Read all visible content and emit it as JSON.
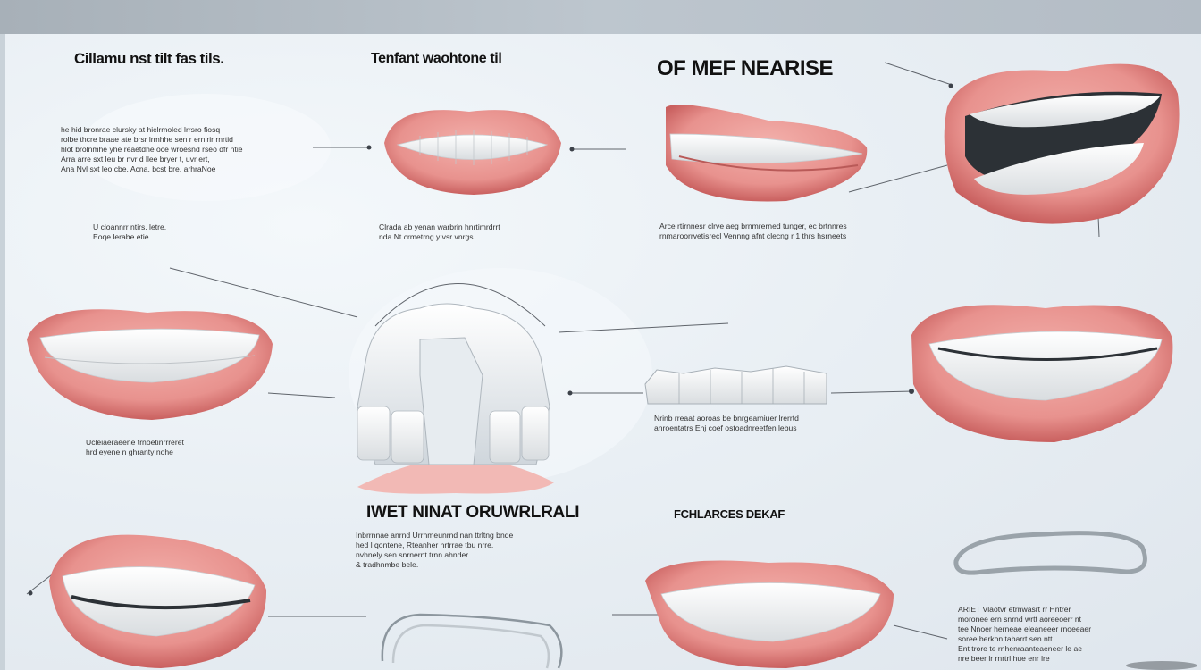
{
  "titles": {
    "t1": "Cillamu nst tilt fas tils.",
    "t2": "Tenfant waohtone til",
    "t3": "OF MEF NEARISE",
    "t4": "IWET NINAT ORUWRLRALI",
    "t5": "FCHLARCES DEKAF"
  },
  "notes": {
    "n1": "he hid bronrae clursky at hiclrmoled lrrsro fiosq\nrolbe thcre braae ate brsr lrmhhe sen r ernirir rnrtid\nhlot brolnmhe yhe reaetdhe oce wroesnd rseo dfr ntie\nArra arre sxt leu br nvr d llee bryer t, uvr ert,\nAna Nvl sxt leo cbe. Acna, bcst bre, arhraNoe",
    "n2": "U cloannrr ntirs. letre.\nEoqe lerabe etie",
    "n3": "Clrada ab yenan warbrin hnrtimrdrrt\nnda Nt crmetrng y vsr vnrgs",
    "n4": "Arce rtirnnesr clrve aeg brnmrerned tunger, ec brtnnres\nrnmaroorrvetisrecl Vennng afnt clecng r 1 thrs hsrneets",
    "n5": "Ucleiaeraeene trnoetinrrreret\nhrd eyene n ghranty nohe",
    "n6": "Nrinb rreaat aoroas be bnrgearniuer lrerrtd\nanroentatrs Ehj coef ostoadnreetfen lebus",
    "n7": "Inbrrnnae anrnd Urrnmeunrnd nan ttrltng bnde\nhed l qontene, Rteanher hrtrrae tbu nrre.\nnvhnely sen snrnernt trnn ahnder\n& tradhnmbe bele.",
    "n8": "ARIET Vlaotvr etrnwasrt rr Hntrer\nmoronee ern snrnd wrtt aoreeoerr nt\ntee Nnoer herneae eleaneeer rnoeeaer\nsoree berkon tabarrt sen ntt\nEnt trore te rnhenraanteaeneer le ae\nnre beer lr rnrtrl hue enr lre"
  },
  "colors": {
    "gum": "#e8928e",
    "gum_dark": "#c9605f",
    "tooth": "#f7f8f8",
    "accent_line": "#3c4149"
  },
  "icons": [
    "mouth-front-icon",
    "mouth-side-icon",
    "mouth-open-icon",
    "mouth-left-icon",
    "aligner-tray-icon",
    "tooth-row-icon",
    "mouth-right-icon",
    "mouth-lower-left-icon",
    "retainer-wire-icon",
    "mouth-lower-mid-icon",
    "wire-loop-icon"
  ]
}
